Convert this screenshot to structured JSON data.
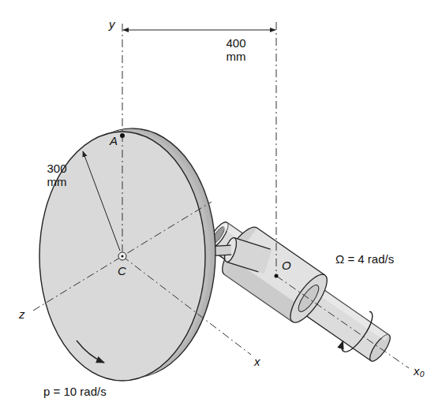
{
  "diagram": {
    "labels": [
      "y",
      "400 mm",
      "A",
      "300 mm",
      "O",
      "Ω = 4 rad/s",
      "z",
      "C",
      "x",
      "x₀",
      "p = 10 rad/s"
    ]
  }
}
